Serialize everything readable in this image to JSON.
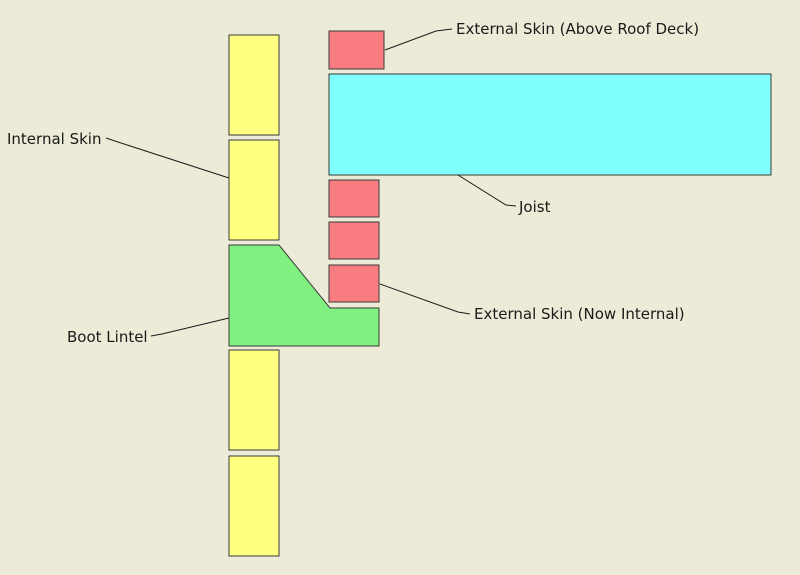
{
  "labels": {
    "internal_skin": "Internal Skin",
    "boot_lintel": "Boot Lintel",
    "external_skin_above": "External Skin (Above Roof Deck)",
    "joist": "Joist",
    "external_skin_now_internal": "External Skin (Now Internal)"
  },
  "colors": {
    "background": "#ecebd8",
    "internal_skin_block": "#ffff80",
    "external_skin_block": "#f87c80",
    "joist": "#80ffff",
    "boot_lintel": "#80f080",
    "outline": "#3a3a3a",
    "text": "#1a1a1a"
  }
}
